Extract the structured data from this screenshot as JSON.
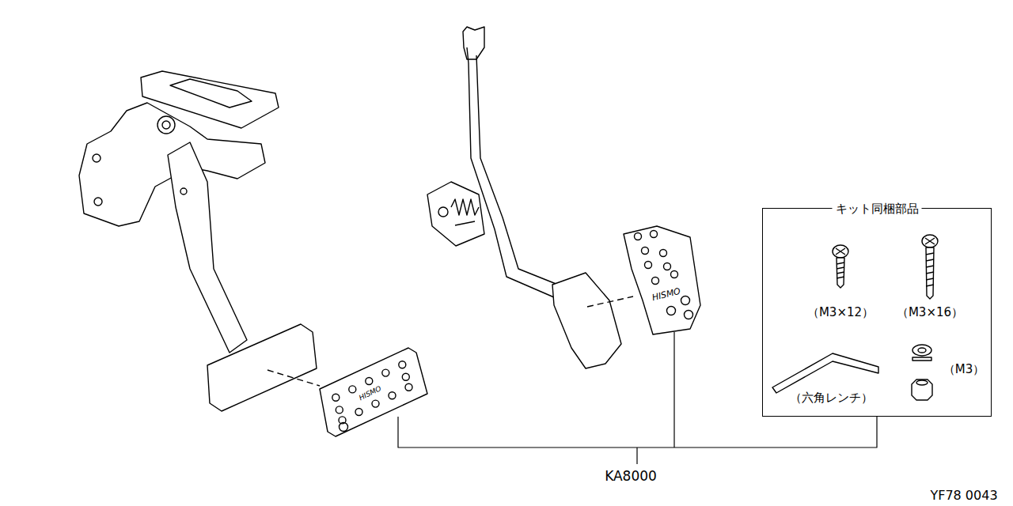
{
  "diagram": {
    "nodes": [
      {
        "text": [
          "キット同梱部品"
        ]
      }
    ],
    "labels": [
      "HISMO",
      "HISMO",
      "（M3×12）",
      "（M3×16）",
      "（六角レンチ）",
      "（M3）",
      "KA8000",
      "YF78 0043"
    ]
  }
}
